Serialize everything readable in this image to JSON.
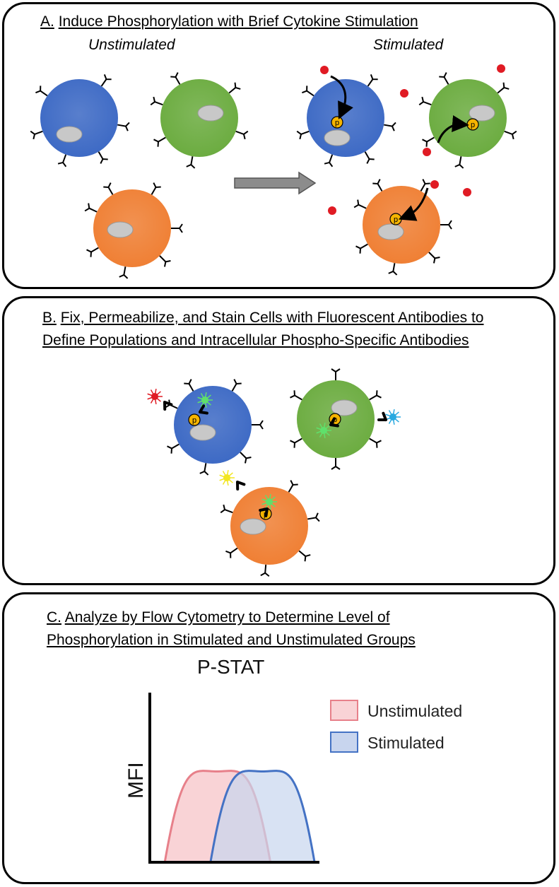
{
  "colors": {
    "blue_cell": "#3b68c4",
    "green_cell": "#6aab3e",
    "orange_cell": "#ef7e32",
    "nucleus": "#c8c8c8",
    "cytokine": "#e01b24",
    "phospho": "#f5b400",
    "unstim_fill": "#f9d3d6",
    "unstim_stroke": "#e7808a",
    "stim_fill": "#c8d5ee",
    "stim_stroke": "#4472c4"
  },
  "panelA": {
    "letter": "A.",
    "title": "Induce Phosphorylation with Brief Cytokine Stimulation",
    "left_label": "Unstimulated",
    "right_label": "Stimulated",
    "phospho_label": "p"
  },
  "panelB": {
    "letter": "B.",
    "title_line1": "Fix, Permeabilize, and Stain Cells with Fluorescent Antibodies to",
    "title_line2": "Define Populations and Intracellular Phospho-Specific Antibodies"
  },
  "panelC": {
    "letter": "C.",
    "title_line1": "Analyze by Flow Cytometry to Determine Level of",
    "title_line2": "Phosphorylation in Stimulated and Unstimulated Groups"
  },
  "chart_data": {
    "type": "area",
    "title": "P-STAT",
    "xlabel": "",
    "ylabel": "MFI",
    "series": [
      {
        "name": "Unstimulated",
        "color": "#e7808a",
        "fill": "#f9d3d6",
        "start": 0.05,
        "peak": 0.38,
        "end": 0.72,
        "height": 0.95
      },
      {
        "name": "Stimulated",
        "color": "#4472c4",
        "fill": "#c8d5ee",
        "start": 0.34,
        "peak": 0.67,
        "end": 1.0,
        "height": 0.95
      }
    ],
    "legend": {
      "position": "right",
      "items": [
        "Unstimulated",
        "Stimulated"
      ]
    }
  }
}
